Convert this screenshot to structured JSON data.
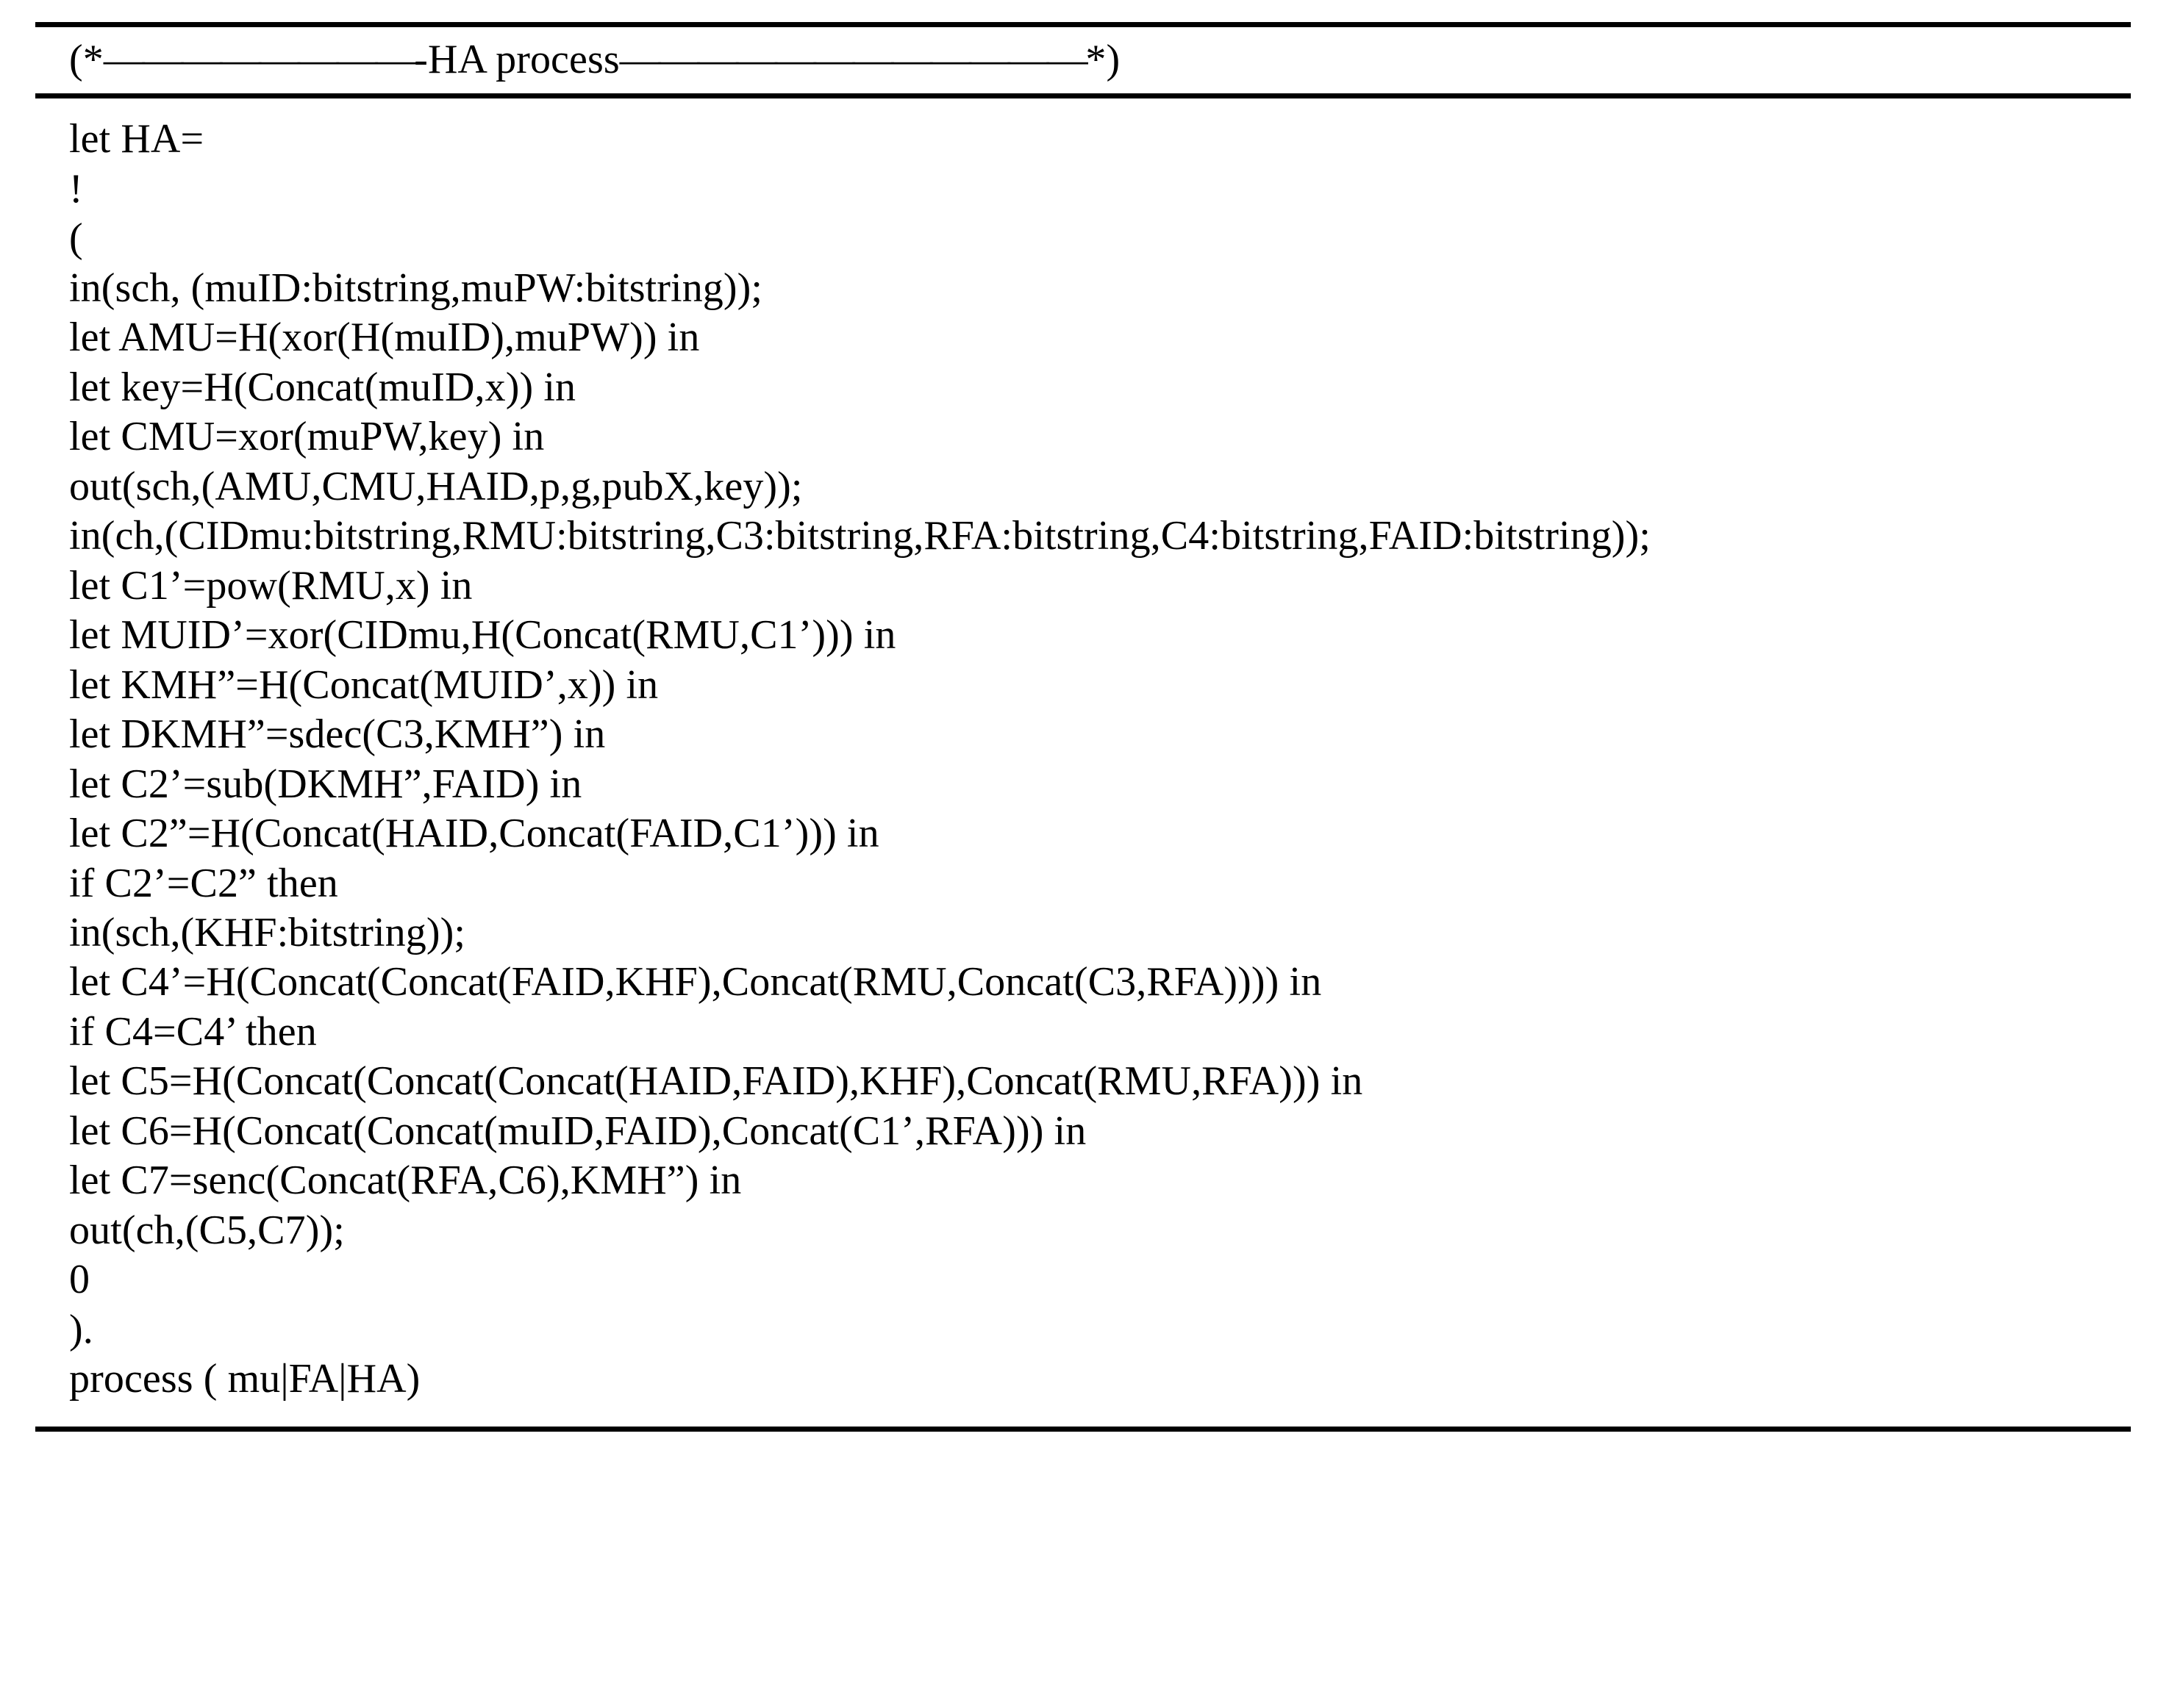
{
  "listing": {
    "caption": {
      "open": "(*",
      "left_dashes": "————————",
      "title": "-HA process",
      "right_dashes": "————————————",
      "close": "*)"
    },
    "code_lines": [
      "let HA=",
      "!",
      "(",
      "in(sch, (muID:bitstring,muPW:bitstring));",
      "let AMU=H(xor(H(muID),muPW)) in",
      "let key=H(Concat(muID,x)) in",
      "let CMU=xor(muPW,key) in",
      "out(sch,(AMU,CMU,HAID,p,g,pubX,key));",
      "in(ch,(CIDmu:bitstring,RMU:bitstring,C3:bitstring,RFA:bitstring,C4:bitstring,FAID:bitstring));",
      "let C1’=pow(RMU,x) in",
      "let MUID’=xor(CIDmu,H(Concat(RMU,C1’))) in",
      "let KMH”=H(Concat(MUID’,x)) in",
      "let DKMH”=sdec(C3,KMH”) in",
      "let C2’=sub(DKMH”,FAID) in",
      "let C2”=H(Concat(HAID,Concat(FAID,C1’))) in",
      "if C2’=C2” then",
      "in(sch,(KHF:bitstring));",
      "let C4’=H(Concat(Concat(FAID,KHF),Concat(RMU,Concat(C3,RFA)))) in",
      "if C4=C4’ then",
      "let C5=H(Concat(Concat(Concat(HAID,FAID),KHF),Concat(RMU,RFA))) in",
      "let C6=H(Concat(Concat(muID,FAID),Concat(C1’,RFA))) in",
      "let C7=senc(Concat(RFA,C6),KMH”) in",
      "out(ch,(C5,C7));",
      "0",
      ").",
      "process ( mu|FA|HA)"
    ]
  }
}
